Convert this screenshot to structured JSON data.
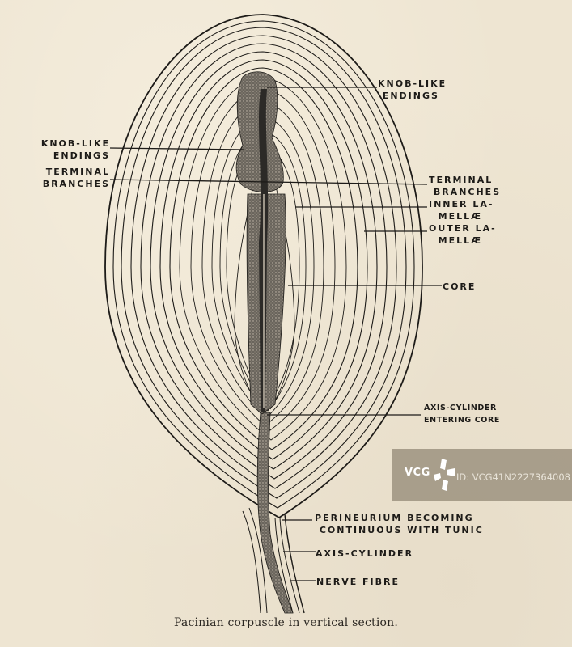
{
  "figure": {
    "title": "Pacinian corpuscle diagram",
    "caption": "Pacinian corpuscle in vertical section.",
    "colors": {
      "paper": "#eee5d2",
      "ink": "#1d1b18",
      "core_fill": "#5a5650",
      "watermark_bg": "#968c78"
    },
    "labels": {
      "knob_like_endings_top": "KNOB-LIKE\n ENDINGS",
      "knob_like_endings_left": "KNOB-LIKE\n ENDINGS",
      "terminal_branches_left": "TERMINAL\nBRANCHES",
      "terminal_branches_right": "TERMINAL\n BRANCHES",
      "inner_lamellae": "INNER LA-\n  MELLÆ",
      "outer_lamellae": "OUTER LA-\n  MELLÆ",
      "core": "CORE",
      "axis_cylinder_entering_core": "AXIS-CYLINDER\nENTERING CORE",
      "perineurium": "PERINEURIUM BECOMING\n CONTINUOUS WITH TUNIC",
      "axis_cylinder": "AXIS-CYLINDER",
      "nerve_fibre": "NERVE FIBRE"
    }
  },
  "watermark": {
    "logo_text": "VCG",
    "logo_icon": "vcg-burst-icon",
    "id_text": "ID: VCG41N2227364008"
  }
}
